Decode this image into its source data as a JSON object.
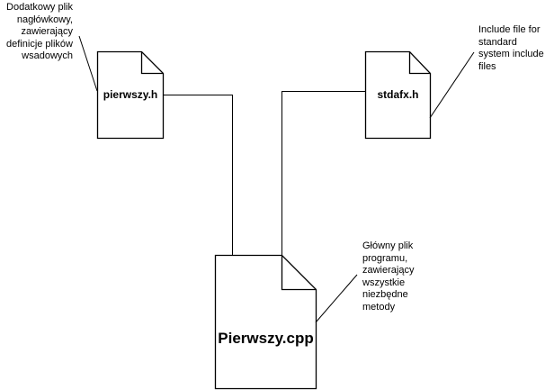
{
  "files": {
    "header1": "pierwszy.h",
    "header2": "stdafx.h",
    "main": "Pierwszy.cpp"
  },
  "notes": {
    "header1": "Dodatkowy plik\nnagłówkowy,\nzawierający\ndefinicje plików\nwsadowych",
    "header2": "Include file for\nstandard\nsystem include\nfiles",
    "main": "Główny plik\nprogramu,\nzawierający\nwszystkie\nniezbędne\nmetody"
  }
}
